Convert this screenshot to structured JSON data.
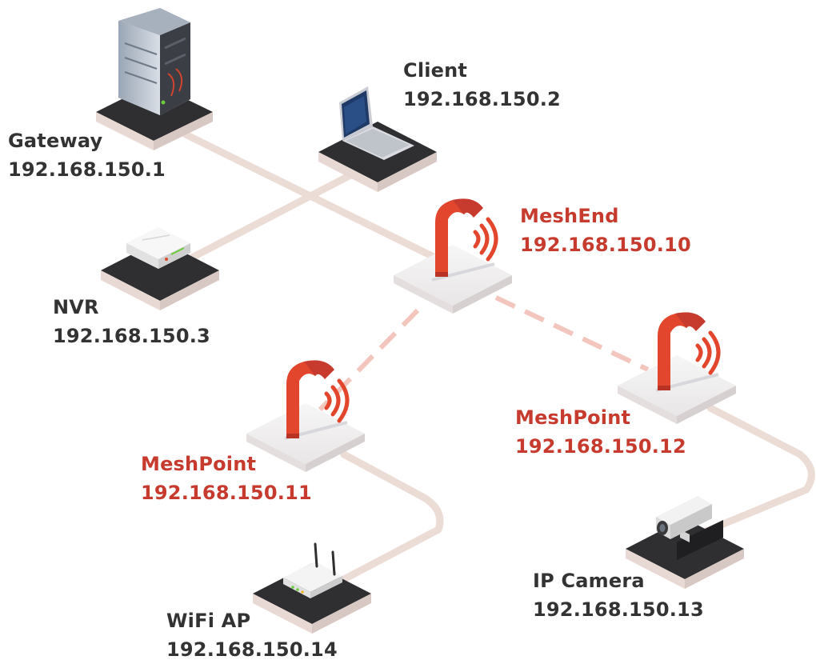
{
  "colors": {
    "text_dark": "#333333",
    "text_mesh": "#c73b2f",
    "cable": "#ecdcd6",
    "wireless": "#f2b9ad",
    "plate_dark": "#2f2f31",
    "plate_light": "#f1f0f0",
    "mesh_red": "#e2472e"
  },
  "nodes": [
    {
      "id": "gateway",
      "icon": "server-rack-icon",
      "name": "Gateway",
      "ip": "192.168.150.1"
    },
    {
      "id": "client",
      "icon": "laptop-icon",
      "name": "Client",
      "ip": "192.168.150.2"
    },
    {
      "id": "nvr",
      "icon": "nvr-box-icon",
      "name": "NVR",
      "ip": "192.168.150.3"
    },
    {
      "id": "meshend",
      "icon": "mesh-radio-icon",
      "name": "MeshEnd",
      "ip": "192.168.150.10"
    },
    {
      "id": "meshpoint11",
      "icon": "mesh-radio-icon",
      "name": "MeshPoint",
      "ip": "192.168.150.11"
    },
    {
      "id": "meshpoint12",
      "icon": "mesh-radio-icon",
      "name": "MeshPoint",
      "ip": "192.168.150.12"
    },
    {
      "id": "wifiap",
      "icon": "wifi-router-icon",
      "name": "WiFi AP",
      "ip": "192.168.150.14"
    },
    {
      "id": "ipcamera",
      "icon": "ip-camera-icon",
      "name": "IP Camera",
      "ip": "192.168.150.13"
    }
  ],
  "links": [
    {
      "from": "gateway",
      "to": "meshend",
      "kind": "wired"
    },
    {
      "from": "client",
      "to": "nvr",
      "kind": "wired"
    },
    {
      "from": "meshend",
      "to": "meshpoint11",
      "kind": "wireless"
    },
    {
      "from": "meshend",
      "to": "meshpoint12",
      "kind": "wireless"
    },
    {
      "from": "meshpoint11",
      "to": "wifiap",
      "kind": "wired"
    },
    {
      "from": "meshpoint12",
      "to": "ipcamera",
      "kind": "wired"
    }
  ]
}
